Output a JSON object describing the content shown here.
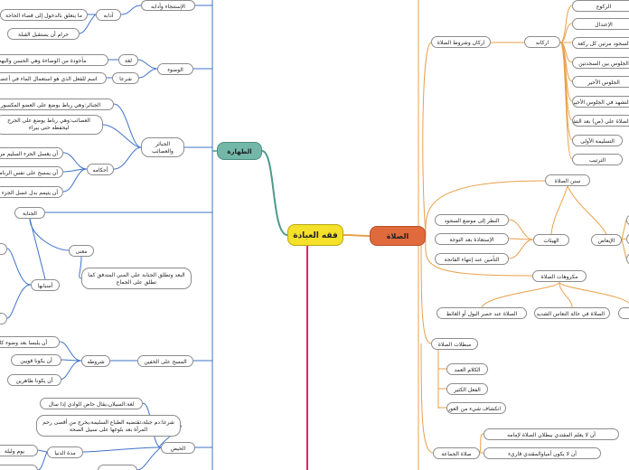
{
  "center": {
    "label": "فقه العبادة"
  },
  "prayer": {
    "label": "الصلاة",
    "pillars_root": "اركان وشروط الصلاة",
    "pillars_label": "اركانه",
    "pillars": [
      "الركوع",
      "الإعتدال",
      "السجود مرتين كل ركعة",
      "الجلوس بين السجدتين",
      "الجلوس الأخير",
      "التشهد في الجلوس الأخير",
      "الصلاة على (ص) بعد التشهد الأخير",
      "التسليمة الأولى",
      "الترتيب"
    ],
    "sunan": "سنن الصلاة",
    "hayat": "الهيئات",
    "abaad": "الإبعاض",
    "hayat_items": [
      "النظر إلى موضع السجود",
      "الإستعاذة بعد التوجة",
      "التأمين عند إنتهاء الفاتحة"
    ],
    "makruhat": "مكروهات الصلاة",
    "makruhat_items": [
      "الصلاة عند حصر البول أو الغائط",
      "الصلاة في حالة النعاس الشديد"
    ],
    "mubtilat": "مبطلات الصلاة",
    "mubtilat_items": [
      "الكلام العمد",
      "الفعل الكثير",
      "انكشاف شيء من العورة"
    ],
    "jamaa": "صلاة الجماعة",
    "jamaa_items": [
      "أن لا يعلم المقتدي ببطلان الصلاة لإمامه",
      "أن لا يكون أمياوالمقتدي قاريء"
    ]
  },
  "purity": {
    "label": "الطهارة",
    "istinja_label": "الإستنجاء وآدابه",
    "adab_label": "آدابه",
    "adab_items": [
      "ما يتعلق بالدخول إلى قضاء الحاجة",
      "حرام أن يستقبل القبلة"
    ],
    "wudu": "الوضوء",
    "wudu_lugha_label": "لغة",
    "wudu_lugha": "مأخوذة من الوضاءة وهي الحسن والبهجة",
    "wudu_shar_label": "شرعا",
    "wudu_shar": "اسم للفعل الذي هو استعمال الماء في أعضاء مخصوصة",
    "jabair": "الجبائر والعصائب",
    "jabair_def1": "الجبائر:وهي رباط يوضع على العضو المكسور",
    "jabair_def2": "العصائب:وهي رباط يوضع على الجرح ليحفظه حتى يبراء",
    "ahkam_label": "أحكامه",
    "ahkam_items": [
      "أن يغسل الجزء السليم من العضو",
      "أن يمسح على نفس الرباط بالماء",
      "أن يتيمم بدل غسل الجزء المستور"
    ],
    "janaba": "الجنابة",
    "maana": "معنى",
    "maana_text": "البعد وتطلق الجنابة على المني المتدفق كما تطلق على الجماع",
    "asbab": "أسبابها",
    "khuffain": "المسح على الخفين",
    "shurut_label": "شروطه",
    "shurut_items": [
      "أن يلبسا بعد وضوء كامل",
      "أن يكونا قويين",
      "أن يكونا طاهرين"
    ],
    "hayd": "الحيض",
    "hayd_lugha": "لغة:السيلان،يقال حاض الوادي إذا سال",
    "hayd_shar": "شرعا:دم جبلة،تقتضيه الطباع السليمة،يخرج من أقصى رحم المرأة بعد بلوغها على سبيل الصحة",
    "hayd_mudda": "مدة الدنيا",
    "hayd_yawm": "يوم وليلة"
  }
}
